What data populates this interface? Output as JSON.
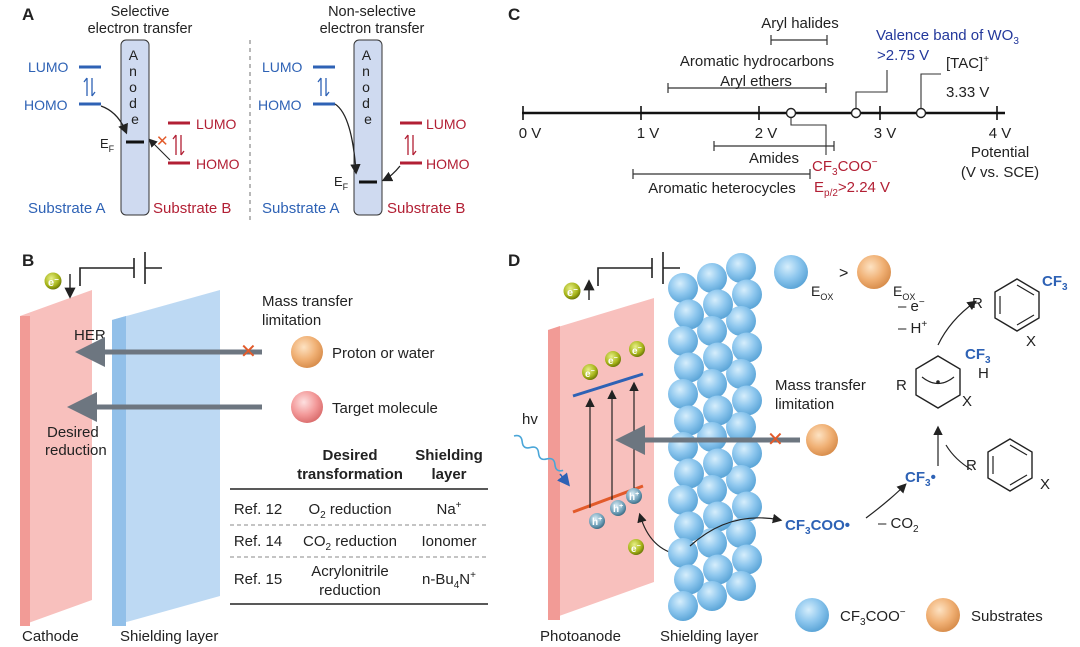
{
  "panels": {
    "a": {
      "label": "A",
      "left_title": [
        "Selective",
        "electron transfer"
      ],
      "right_title": [
        "Non-selective",
        "electron transfer"
      ],
      "anode": "Anode",
      "lumo": "LUMO",
      "homo": "HOMO",
      "ef": "E",
      "ef_sub": "F",
      "substrate_a": "Substrate A",
      "substrate_b": "Substrate B"
    },
    "b": {
      "label": "B",
      "electron": "e",
      "electron_sup": "−",
      "mass_transfer": [
        "Mass transfer",
        "limitation"
      ],
      "her": "HER",
      "desired": [
        "Desired",
        "reduction"
      ],
      "proton": "Proton or water",
      "target": "Target molecule",
      "cathode": "Cathode",
      "shielding": "Shielding layer",
      "table": {
        "headers": [
          [
            "Desired",
            "transformation"
          ],
          [
            "Shielding",
            "layer"
          ]
        ],
        "rows": [
          {
            "ref": "Ref. 12",
            "transformation": "O2 reduction",
            "layer": "Na+"
          },
          {
            "ref": "Ref. 14",
            "transformation": "CO2 reduction",
            "layer": "Ionomer"
          },
          {
            "ref": "Ref. 15",
            "transformation": "Acrylonitrile reduction",
            "layer": "n-Bu4N+"
          }
        ]
      }
    },
    "c": {
      "label": "C",
      "ticks": [
        "0 V",
        "1 V",
        "2 V",
        "3 V",
        "4 V"
      ],
      "axis_label": [
        "Potential",
        "(V vs. SCE)"
      ],
      "ranges": {
        "aryl_halides": "Aryl halides",
        "aromatic_hydrocarbons": "Aromatic hydrocarbons",
        "aryl_ethers": "Aryl ethers",
        "amides": "Amides",
        "aromatic_heterocycles": "Aromatic heterocycles"
      },
      "wo3": [
        "Valence band of WO3",
        ">2.75 V"
      ],
      "tac": [
        "[TAC]+",
        "3.33 V"
      ],
      "cf3coo": [
        "CF3COO−",
        "Ep/2>2.24 V"
      ]
    },
    "d": {
      "label": "D",
      "electron": "e",
      "hole": "h",
      "hv": "hv",
      "eox": "E",
      "eox_sub": "OX",
      "gt": ">",
      "mass_transfer": [
        "Mass transfer",
        "limitation"
      ],
      "cf3coo_radical": "CF3COO•",
      "minus_co2": "– CO2",
      "cf3_radical": "CF3•",
      "minus_e": "– e−",
      "minus_h": "– H+",
      "cf3": "CF3",
      "r": "R",
      "x": "X",
      "h": "H",
      "photoanode": "Photoanode",
      "shielding": "Shielding layer",
      "legend_cf3coo": "CF3COO−",
      "legend_substrates": "Substrates"
    }
  },
  "colors": {
    "blue_text": "#2e62b5",
    "red_text": "#b21f34",
    "electrode": "#f5a3a3",
    "shield": "#a9ccec",
    "sphere": "#8ec7ee",
    "substrate": "#f0b074"
  }
}
